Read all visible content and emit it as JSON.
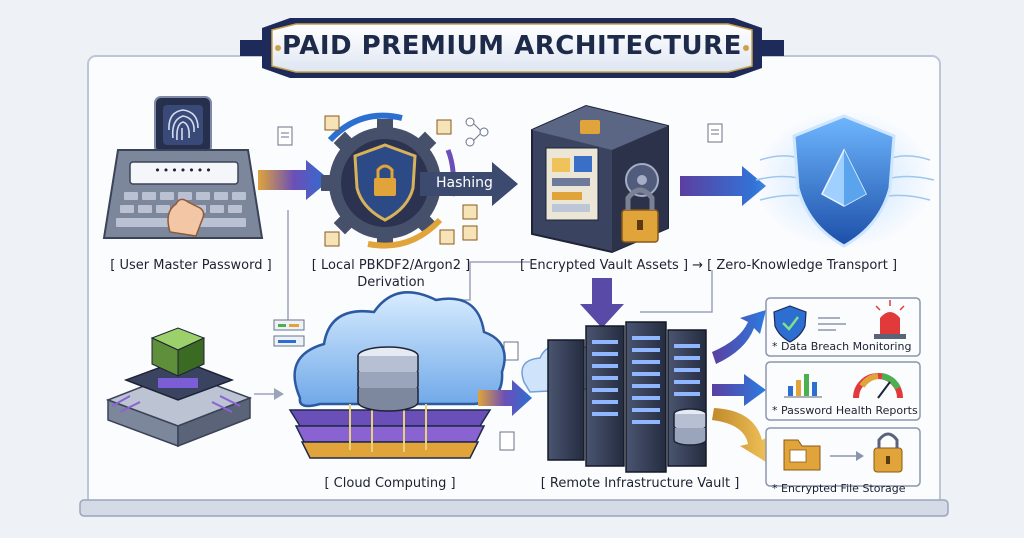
{
  "title": "PAID PREMIUM ARCHITECTURE",
  "labels": {
    "master_password": "[ User Master Password ]",
    "local_derivation_line1": "[ Local PBKDF2/Argon2 ]",
    "local_derivation_line2": "Derivation",
    "vault_assets": "[ Encrypted Vault Assets ] → [ Zero-Knowledge Transport ]",
    "cloud_computing": "[ Cloud Computing ]",
    "remote_vault": "[ Remote Infrastructure Vault ]",
    "hashing": "Hashing",
    "password_field": "•••••••"
  },
  "features": [
    {
      "label": "* Data Breach Monitoring",
      "icon": "shield-check-icon"
    },
    {
      "label": "* Password Health Reports",
      "icon": "gauge-chart-icon"
    },
    {
      "label": "* Encrypted File Storage",
      "icon": "folder-lock-icon"
    }
  ],
  "colors": {
    "title_frame": "#1e2a5a",
    "accent_blue": "#2c6fd1",
    "accent_gold": "#e0a43a",
    "accent_purple": "#6b4fb8"
  }
}
